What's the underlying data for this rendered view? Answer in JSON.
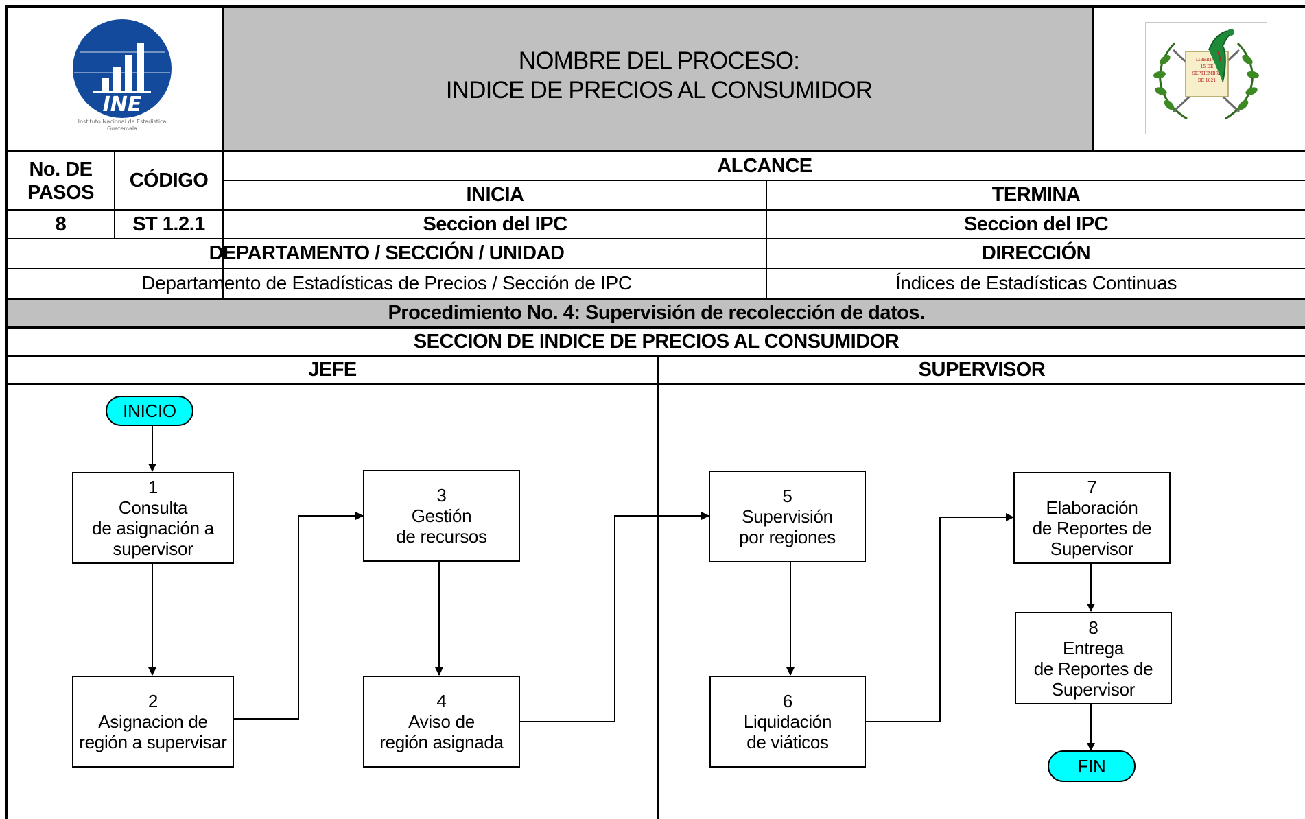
{
  "header": {
    "ine_logo": {
      "text": "INE",
      "caption1": "Instituto Nacional de Estadística",
      "caption2": "Guatemala"
    },
    "title_line1": "NOMBRE DEL PROCESO:",
    "title_line2": "INDICE DE PRECIOS AL CONSUMIDOR",
    "coat_of_arms": {
      "scroll_text": [
        "LIBERTAD",
        "15 DE",
        "SEPTIEMBRE",
        "DE 1821"
      ]
    }
  },
  "info_table": {
    "steps_header_line1": "No. DE",
    "steps_header_line2": "PASOS",
    "code_header": "CÓDIGO",
    "scope_header": "ALCANCE",
    "starts_header": "INICIA",
    "ends_header": "TERMINA",
    "steps_value": "8",
    "code_value": "ST 1.2.1",
    "starts_value": "Seccion del IPC",
    "ends_value": "Seccion del IPC",
    "department_header": "DEPARTAMENTO / SECCIÓN / UNIDAD",
    "direction_header": "DIRECCIÓN",
    "department_value": "Departamento de Estadísticas de Precios / Sección de IPC",
    "direction_value": "Índices de Estadísticas Continuas",
    "procedure_title": "Procedimiento No. 4: Supervisión de recolección de datos.",
    "section_title": "SECCION DE INDICE DE PRECIOS AL CONSUMIDOR"
  },
  "lanes": [
    {
      "name": "JEFE"
    },
    {
      "name": "SUPERVISOR"
    }
  ],
  "flow": {
    "start_label": "INICIO",
    "end_label": "FIN",
    "terminal_color": "#00ffff",
    "header_band_color": "#c0c0c0",
    "steps": [
      {
        "num": "1",
        "lines": [
          "Consulta",
          "de asignación a",
          "supervisor"
        ]
      },
      {
        "num": "2",
        "lines": [
          "Asignacion de",
          "región a supervisar"
        ]
      },
      {
        "num": "3",
        "lines": [
          "Gestión",
          "de recursos"
        ]
      },
      {
        "num": "4",
        "lines": [
          "Aviso de",
          "región asignada"
        ]
      },
      {
        "num": "5",
        "lines": [
          "Supervisión",
          "por regiones"
        ]
      },
      {
        "num": "6",
        "lines": [
          "Liquidación",
          "de viáticos"
        ]
      },
      {
        "num": "7",
        "lines": [
          "Elaboración",
          "de Reportes de",
          "Supervisor"
        ]
      },
      {
        "num": "8",
        "lines": [
          "Entrega",
          "de Reportes de",
          "Supervisor"
        ]
      }
    ]
  }
}
